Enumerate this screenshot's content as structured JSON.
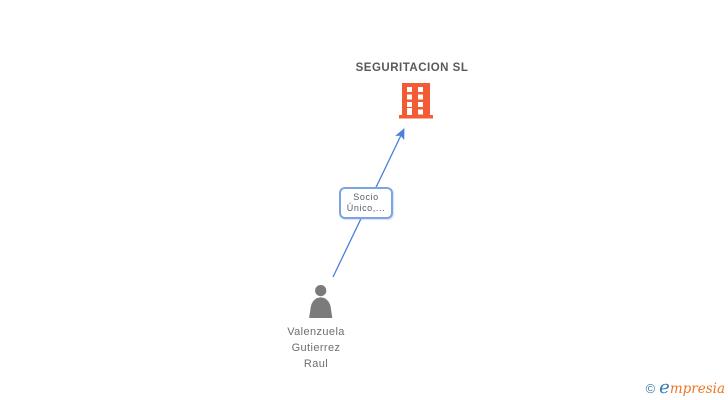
{
  "canvas": {
    "background_color": "#ffffff"
  },
  "diagram": {
    "company": {
      "name": "SEGURITACION SL",
      "icon": "building-icon",
      "icon_color": "#F25B33",
      "text_color": "#595959"
    },
    "edge": {
      "label_lines": [
        "Socio",
        "Único,..."
      ],
      "label_full": "Socio Único,...",
      "line_color": "#4B7FD9",
      "box_border_color": "#7CA4E4",
      "label_text_color": "#55606E"
    },
    "person": {
      "name_lines": [
        "Valenzuela",
        "Gutierrez",
        "Raul"
      ],
      "name_full": "Valenzuela Gutierrez Raul",
      "icon": "person-icon",
      "icon_color": "#7B7B7B",
      "text_color": "#6E6E6E"
    }
  },
  "footer": {
    "copyright_symbol": "©",
    "brand_initial": "e",
    "brand_rest": "mpresia",
    "copyright_color": "#3A7CA3",
    "brand_initial_color": "#2F7CB6",
    "brand_rest_color": "#EE7622"
  }
}
